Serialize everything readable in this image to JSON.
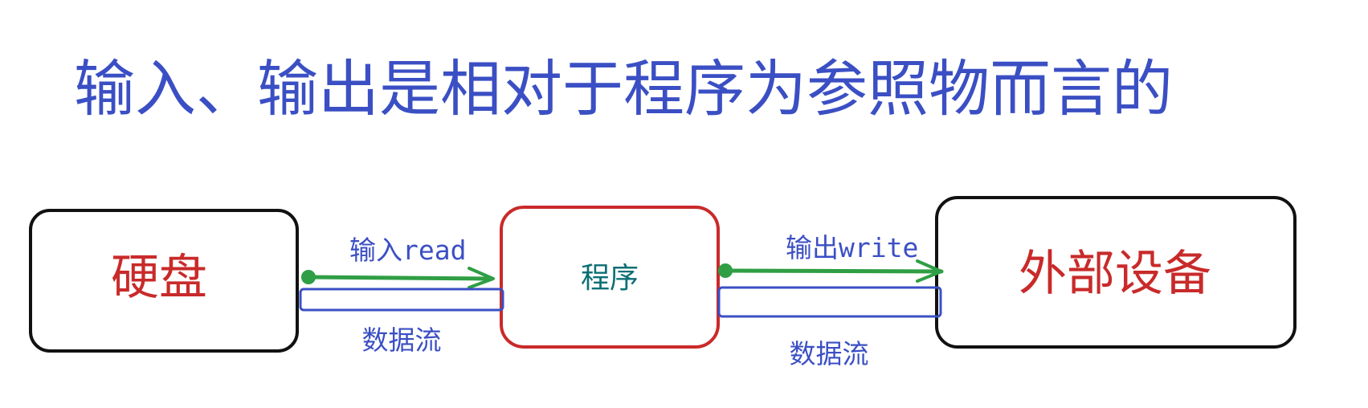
{
  "title": "输入、输出是相对于程序为参照物而言的",
  "nodes": {
    "disk": {
      "label": "硬盘"
    },
    "program": {
      "label": "程序"
    },
    "external": {
      "label": "外部设备"
    }
  },
  "edges": {
    "input": {
      "label_cn": "输入",
      "label_en": "read",
      "stream_label": "数据流"
    },
    "output": {
      "label_cn": "输出",
      "label_en": "write",
      "stream_label": "数据流"
    }
  },
  "colors": {
    "title": "#3b4fc4",
    "box_black": "#111111",
    "box_red": "#c92a2a",
    "node_text_red": "#c92a2a",
    "node_text_teal": "#0c6f74",
    "arrow_green": "#2f9e44",
    "stream_blue": "#3b4fc4"
  }
}
